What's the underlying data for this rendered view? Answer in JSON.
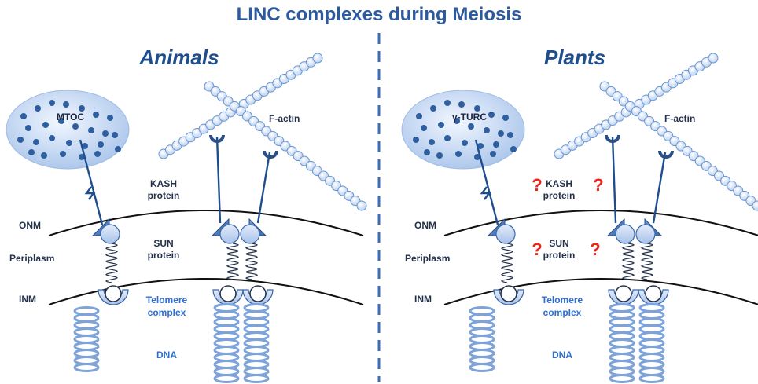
{
  "title": "LINC complexes during Meiosis",
  "colors": {
    "title": "#2d5a9e",
    "heading": "#1f4e8c",
    "label_dark": "#24314a",
    "label_blue": "#2e6fd0",
    "question_mark": "#e8261c",
    "protein_fill": "#4f81bd",
    "bead_fill": "#c9daf2",
    "bead_stroke": "#6a94cf",
    "membrane": "#111111",
    "divider": "#3b6db4"
  },
  "panels": [
    {
      "heading": "Animals",
      "organelle_label": "MTOC",
      "factin_label": "F-actin",
      "kash_label_line1": "KASH",
      "kash_label_line2": "protein",
      "sun_label_line1": "SUN",
      "sun_label_line2": "protein",
      "onm_label": "ONM",
      "periplasm_label": "Periplasm",
      "inm_label": "INM",
      "telomere_label_line1": "Telomere",
      "telomere_label_line2": "complex",
      "dna_label": "DNA",
      "question_marks": []
    },
    {
      "heading": "Plants",
      "organelle_label": "γ-TURC",
      "factin_label": "F-actin",
      "kash_label_line1": "KASH",
      "kash_label_line2": "protein",
      "sun_label_line1": "SUN",
      "sun_label_line2": "protein",
      "onm_label": "ONM",
      "periplasm_label": "Periplasm",
      "inm_label": "INM",
      "telomere_label_line1": "Telomere",
      "telomere_label_line2": "complex",
      "dna_label": "DNA",
      "question_marks": [
        "?",
        "?",
        "?",
        "?"
      ]
    }
  ]
}
